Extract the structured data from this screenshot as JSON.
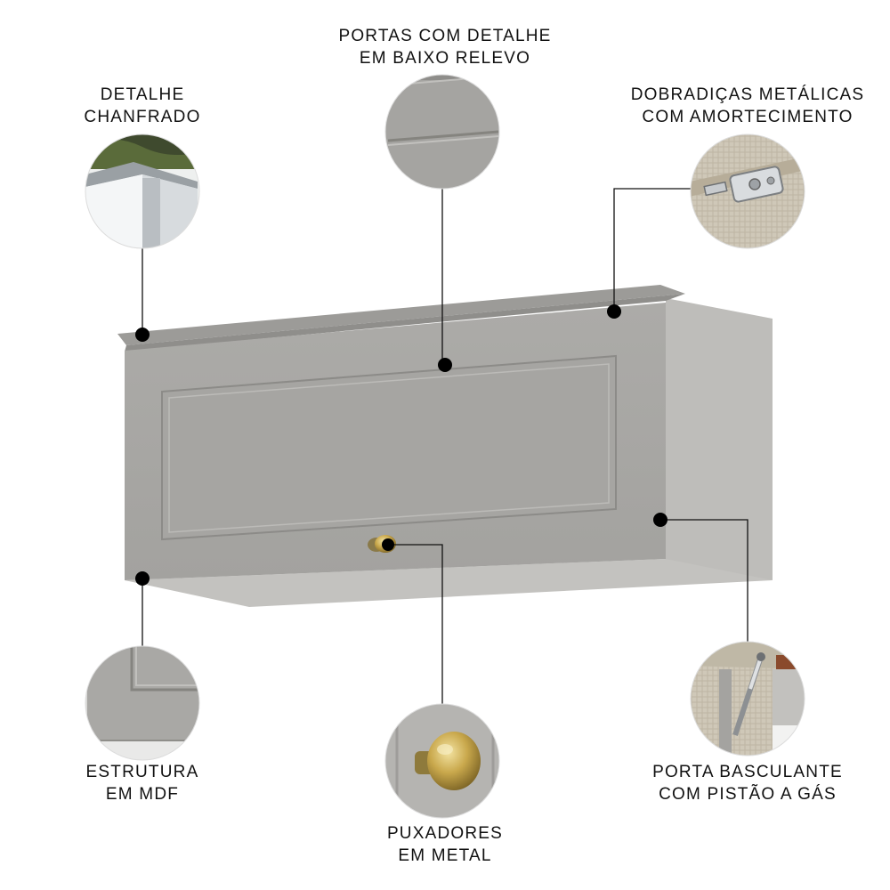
{
  "callouts": {
    "chanfrado": {
      "line1": "DETALHE",
      "line2": "CHANFRADO",
      "photo_icon": "chamfered-edge-icon"
    },
    "portas": {
      "line1": "PORTAS COM DETALHE",
      "line2": "EM BAIXO RELEVO",
      "photo_icon": "door-relief-icon"
    },
    "dobradicas": {
      "line1": "DOBRADIÇAS METÁLICAS",
      "line2": "COM AMORTECIMENTO",
      "photo_icon": "hinge-icon"
    },
    "estrutura": {
      "line1": "ESTRUTURA",
      "line2": "EM MDF",
      "photo_icon": "mdf-structure-icon"
    },
    "puxadores": {
      "line1": "PUXADORES",
      "line2": "EM METAL",
      "photo_icon": "metal-knob-icon"
    },
    "basculante": {
      "line1": "PORTA BASCULANTE",
      "line2": "COM PISTÃO A GÁS",
      "photo_icon": "gas-piston-icon"
    }
  },
  "colors": {
    "cabinet_front": "#a9a8a5",
    "cabinet_side": "#bdbcb9",
    "cabinet_top": "#9a9996",
    "handle_brass": "#c9a84c",
    "leader_line": "#111111"
  }
}
